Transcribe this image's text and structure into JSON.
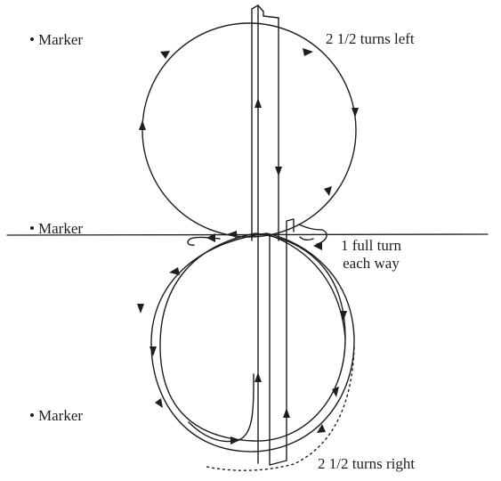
{
  "markers": [
    {
      "label": "Marker"
    },
    {
      "label": "Marker"
    },
    {
      "label": "Marker"
    }
  ],
  "labels": {
    "top_right": "2 1/2 turns left",
    "middle_right_line1": "1 full turn",
    "middle_right_line2": "each way",
    "bottom_right": "2 1/2 turns right"
  },
  "colors": {
    "ink": "#1e1e1e",
    "background": "#ffffff"
  }
}
